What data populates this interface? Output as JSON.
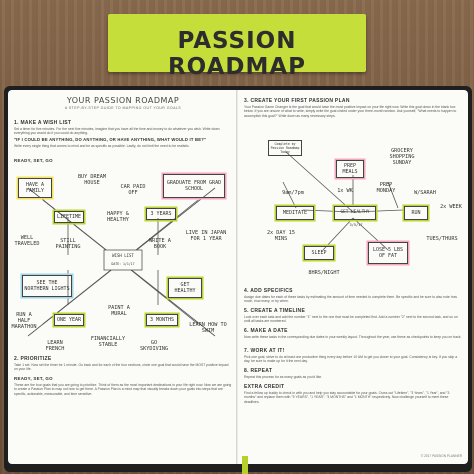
{
  "banner": {
    "title": "PASSION ROADMAP"
  },
  "left": {
    "title": "YOUR PASSION ROADMAP",
    "subtitle": "A STEP-BY-STEP GUIDE TO MAPPING OUT YOUR GOALS",
    "s1": "1. MAKE A WISH LIST",
    "s1_body": "Set a timer for five minutes. For the next five minutes, imagine that you have all the time and money to do whatever you wish. Write down everything you would do if you could do anything.",
    "quote": "\"IF I COULD BE ANYTHING, DO ANYTHING, OR HAVE ANYTHING, WHAT WOULD IT BE?\"",
    "s1_body2": "Write every single thing that comes to mind and be as specific as possible. Lastly, do not limit the need to be realistic.",
    "ready": "READY, SET, GO",
    "center": "WISH LIST",
    "center_date": "DATE: 1/1/17",
    "items": {
      "family": "HAVE A FAMILY",
      "dream_house": "BUY DREAM HOUSE",
      "car": "CAR PAID OFF",
      "grad": "GRADUATE FROM GRAD SCHOOL",
      "well": "WELL TRAVELED",
      "lifetime": "LIFETIME",
      "painting": "STILL PAINTING",
      "happy": "HAPPY & HEALTHY",
      "years3": "3 YEARS",
      "write": "WRITE A BOOK",
      "japan": "LIVE IN JAPAN FOR 1 YEAR",
      "lights": "SEE THE NORTHERN LIGHTS",
      "run": "RUN A HALF MARATHON",
      "one_year": "ONE YEAR",
      "french": "LEARN FRENCH",
      "mural": "PAINT A MURAL",
      "stable": "FINANCIALLY STABLE",
      "healthy": "GET HEALTHY",
      "months3": "3 MONTHS",
      "skydive": "GO SKYDIVING",
      "swim": "LEARN HOW TO SWIM"
    },
    "s2": "2. PRIORITIZE",
    "s2_body": "Take 1 set. Now set the timer for 1 minute. Go back and for each of the four sections, circle one goal that would have the MOST positive impact on your life.",
    "ready2": "READY, SET, GO",
    "s2_body2": "These are the four goals that you are going to prioritize. Think of them as the most important destinations in your life right now. Now we are going to create a Passion Plan to map out how to get there. A Passion Plan is a mind map that visually breaks down your goals into steps that are specific, actionable, measurable, and time sensitive."
  },
  "right": {
    "s3": "3. CREATE YOUR FIRST PASSION PLAN",
    "s3_body": "Your Passion Game Changer is the goal that would have the most positive impact on your life right now. Write this goal down in the blank box below. If you are unsure of what to write, simply write the goal circled under your three-month section. Ask yourself, \"What needs to happen to accomplish this goal?\" Write down as many necessary steps.",
    "items": {
      "sample": "Complete my Passion Roadmap Today",
      "grocery": "GROCERY SHOPPING SUNDAY",
      "prep": "PREP MEALS",
      "wk": "1x WK",
      "prep_mon": "PREP MONDAY",
      "am": "9am/7pm",
      "sarah": "W/SARAH",
      "meditate": "MEDITATE",
      "get_healthy": "GET HEALTHY",
      "run": "RUN",
      "week2x": "2x WEEK",
      "day2x": "2x DAY 15 MINS",
      "sleep": "SLEEP",
      "lose": "LOSE 5 LBS OF FAT",
      "tues": "TUES/THURS",
      "hrs": "8HRS/NIGHT",
      "date": "3/5/17"
    },
    "s4": "4. ADD SPECIFICS",
    "s4_body": "Assign due dates for each of these tasks by estimating the amount of time needed to complete them. Be specific and be sure to also note how much, how many, or by when.",
    "s5": "5. CREATE A TIMELINE",
    "s5_body": "Look over each task and add the number \"1\" next to the one that must be completed first. Add a number \"2\" next to the second task, and so on until all tasks are numbered.",
    "s6": "6. MAKE A DATE",
    "s6_body": "Now write these tasks in the corresponding due dates in your weekly layout. Throughout the year, use these as checkpoints to keep you on track.",
    "s7": "7. WORK AT IT!",
    "s7_body": "Pick one goal, strive to do at least one productive thing every day before 10 AM to get you closer to your goal. Consistency is key. If you skip a day, be sure to make up for it the next day.",
    "s8": "8. REPEAT",
    "s8_body": "Repeat this process for as many goals as you'd like.",
    "s9": "EXTRA CREDIT",
    "s9_body": "Find a fellow up buddy to check in with you and help you stay accountable for your goals. Cross out \"Lifetime\", \"3 Years\", \"1 Year\", and \"3 months\" and replace them with \"5 YEARS\", \"1 YEAR\", \"3 MONTHS\" and \"1 MONTH\" respectively. Now challenge yourself to meet these deadlines.",
    "copyright": "© 2017 PASSION PLANNER"
  }
}
